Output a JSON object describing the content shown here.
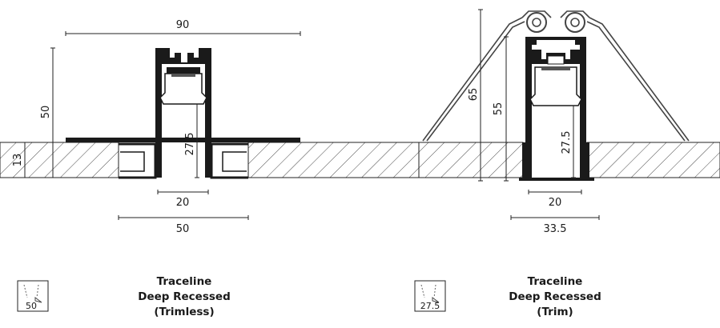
{
  "left_profile": {
    "dimensions": {
      "top_width": "90",
      "height": "50",
      "board_thickness": "13",
      "inner_depth": "27.5",
      "channel_width": "20",
      "base_width": "50"
    },
    "icon_label": "50",
    "title_lines": [
      "Traceline",
      "Deep Recessed",
      "(Trimless)"
    ]
  },
  "right_profile": {
    "dimensions": {
      "overall_height": "65",
      "body_height": "55",
      "inner_depth": "27.5",
      "channel_width": "20",
      "flange_width": "33.5"
    },
    "icon_label": "27.5",
    "title_lines": [
      "Traceline",
      "Deep Recessed",
      "(Trim)"
    ]
  }
}
